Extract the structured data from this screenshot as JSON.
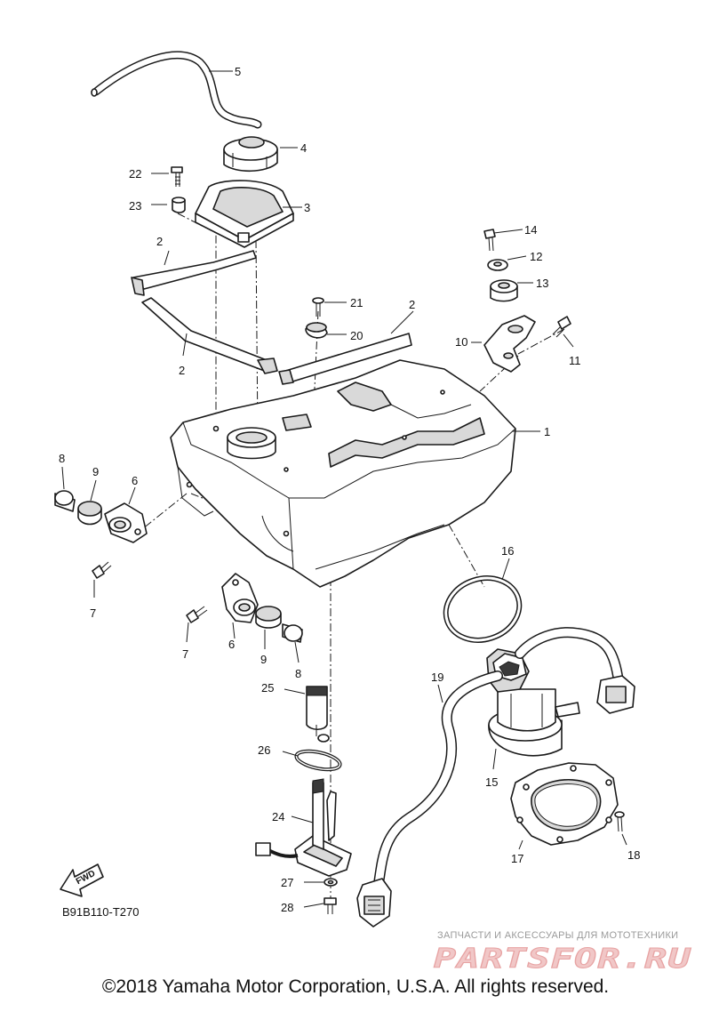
{
  "diagram": {
    "callouts": [
      {
        "id": "c5",
        "label": "5"
      },
      {
        "id": "c4",
        "label": "4"
      },
      {
        "id": "c22",
        "label": "22"
      },
      {
        "id": "c23",
        "label": "23"
      },
      {
        "id": "c3",
        "label": "3"
      },
      {
        "id": "c2a",
        "label": "2"
      },
      {
        "id": "c2b",
        "label": "2"
      },
      {
        "id": "c2c",
        "label": "2"
      },
      {
        "id": "c21",
        "label": "21"
      },
      {
        "id": "c20",
        "label": "20"
      },
      {
        "id": "c14",
        "label": "14"
      },
      {
        "id": "c12",
        "label": "12"
      },
      {
        "id": "c13",
        "label": "13"
      },
      {
        "id": "c10",
        "label": "10"
      },
      {
        "id": "c11",
        "label": "11"
      },
      {
        "id": "c1",
        "label": "1"
      },
      {
        "id": "c8a",
        "label": "8"
      },
      {
        "id": "c9a",
        "label": "9"
      },
      {
        "id": "c6a",
        "label": "6"
      },
      {
        "id": "c7a",
        "label": "7"
      },
      {
        "id": "c7b",
        "label": "7"
      },
      {
        "id": "c6b",
        "label": "6"
      },
      {
        "id": "c9b",
        "label": "9"
      },
      {
        "id": "c8b",
        "label": "8"
      },
      {
        "id": "c16",
        "label": "16"
      },
      {
        "id": "c19",
        "label": "19"
      },
      {
        "id": "c25",
        "label": "25"
      },
      {
        "id": "c26",
        "label": "26"
      },
      {
        "id": "c15",
        "label": "15"
      },
      {
        "id": "c24",
        "label": "24"
      },
      {
        "id": "c17",
        "label": "17"
      },
      {
        "id": "c18",
        "label": "18"
      },
      {
        "id": "c27",
        "label": "27"
      },
      {
        "id": "c28",
        "label": "28"
      }
    ],
    "fwd_label": "FWD",
    "drawing_code": "B91B110-T270"
  },
  "watermark": {
    "subtitle": "ЗАПЧАСТИ И АКСЕССУАРЫ ДЛЯ МОТОТЕХНИКИ",
    "logo": "PARTSFOR.RU"
  },
  "footer": {
    "copyright": "©2018 Yamaha Motor Corporation, U.S.A. All rights reserved."
  }
}
